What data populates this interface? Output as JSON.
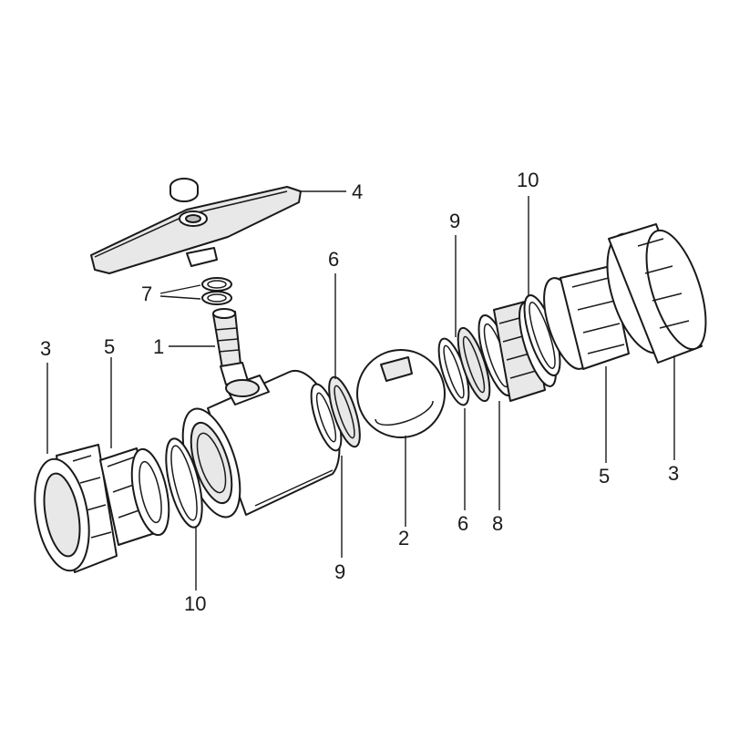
{
  "callouts": [
    {
      "id": "c4",
      "text": "4"
    },
    {
      "id": "c10top",
      "text": "10"
    },
    {
      "id": "c9top",
      "text": "9"
    },
    {
      "id": "c6top",
      "text": "6"
    },
    {
      "id": "c7",
      "text": "7"
    },
    {
      "id": "c1",
      "text": "1"
    },
    {
      "id": "c3left",
      "text": "3"
    },
    {
      "id": "c5left",
      "text": "5"
    },
    {
      "id": "c10bot",
      "text": "10"
    },
    {
      "id": "c9bot",
      "text": "9"
    },
    {
      "id": "c2",
      "text": "2"
    },
    {
      "id": "c6bot",
      "text": "6"
    },
    {
      "id": "c8",
      "text": "8"
    },
    {
      "id": "c5right",
      "text": "5"
    },
    {
      "id": "c3right",
      "text": "3"
    }
  ]
}
